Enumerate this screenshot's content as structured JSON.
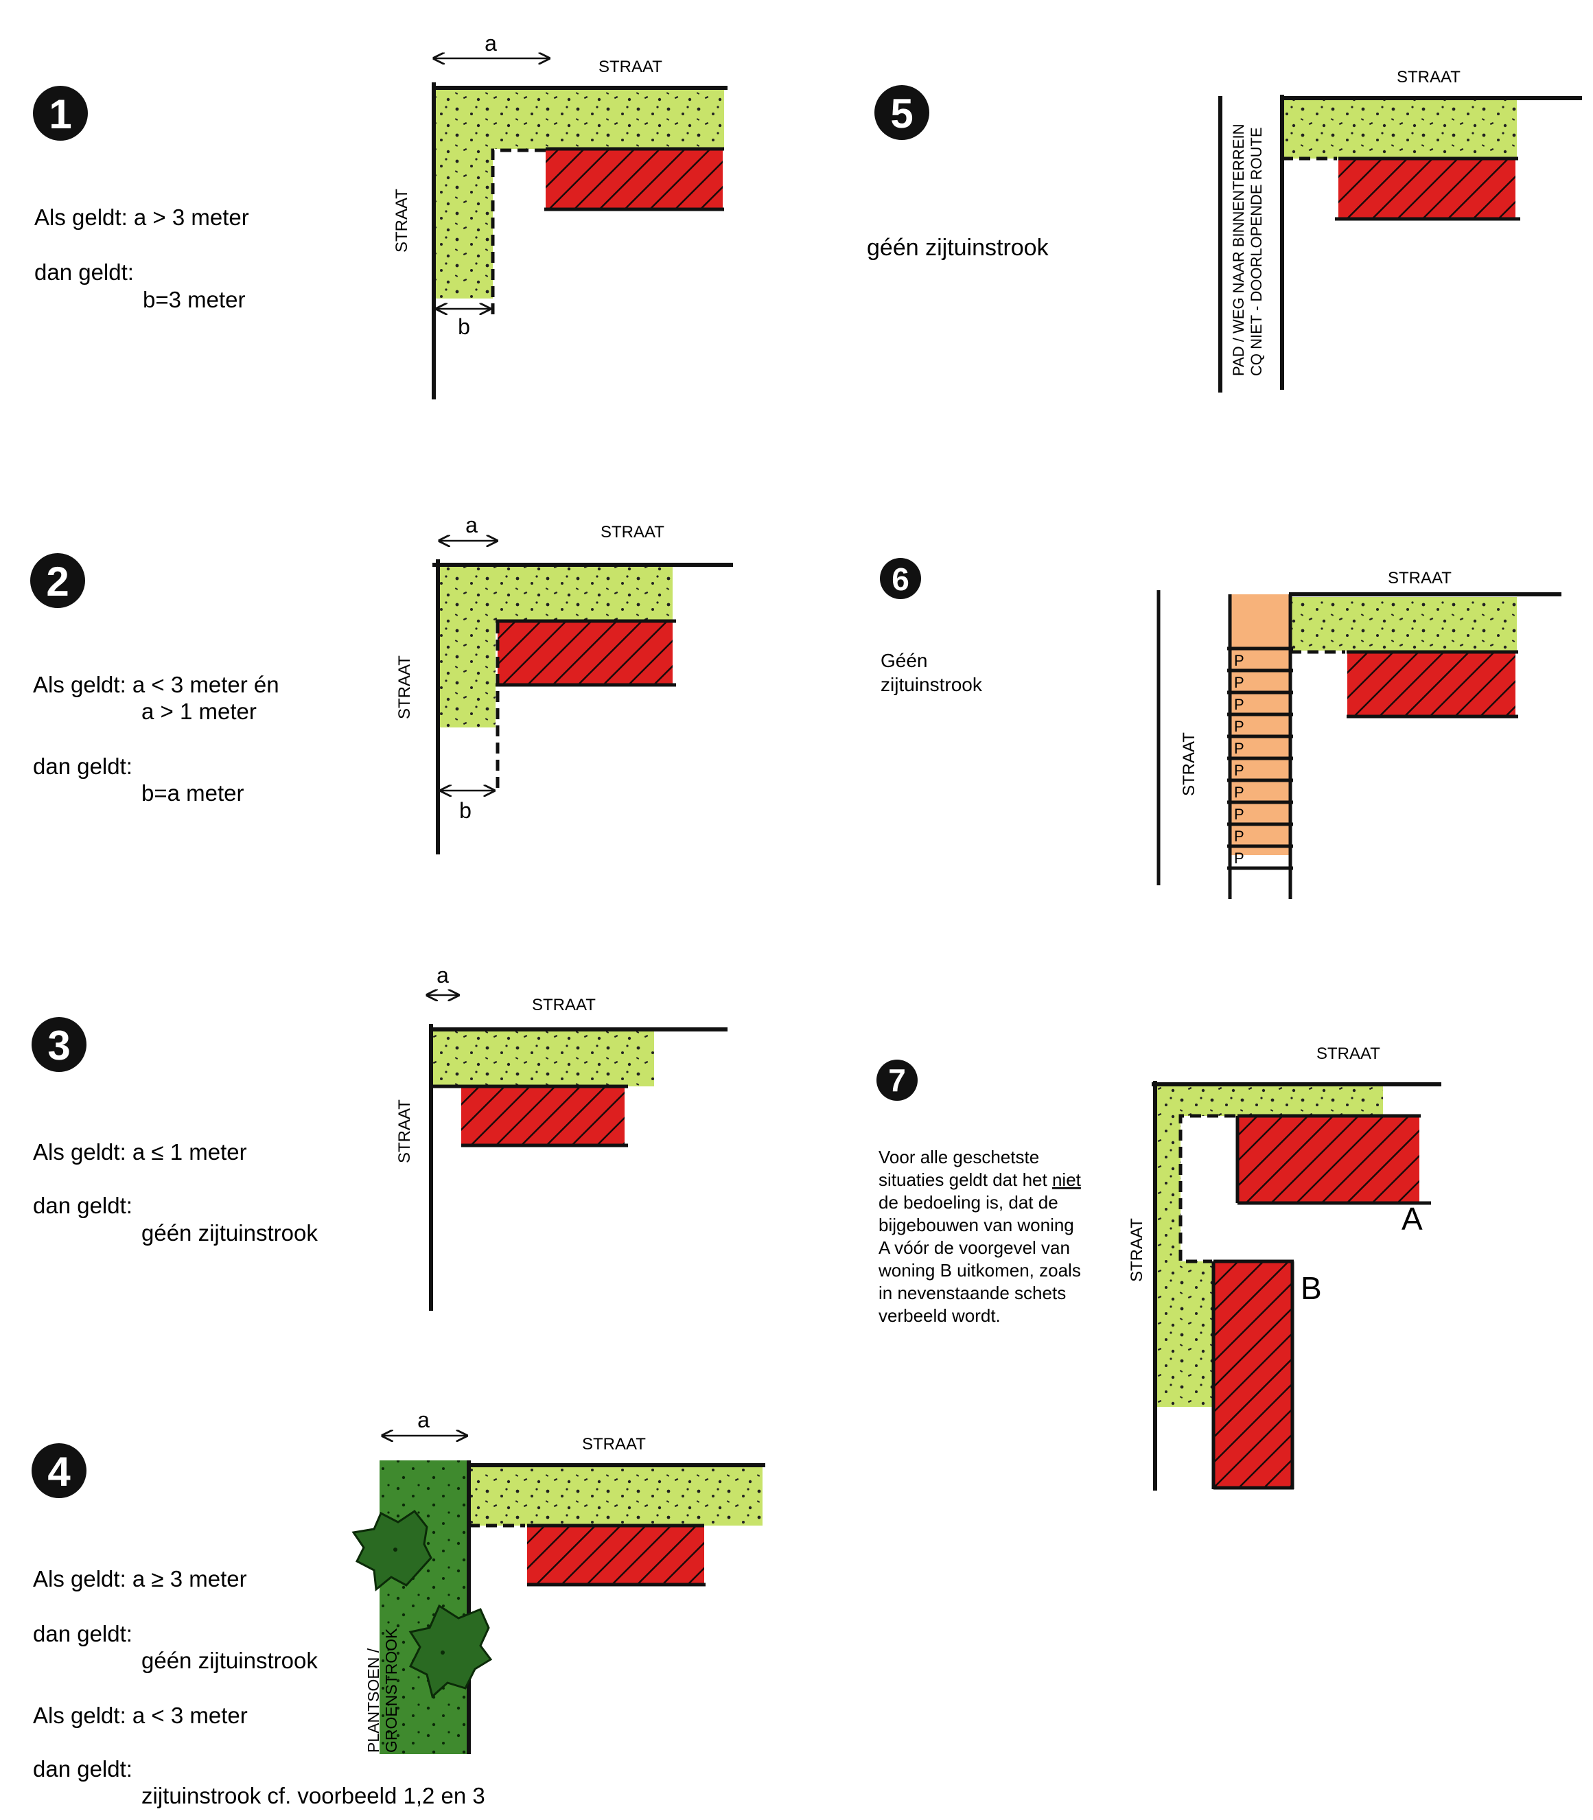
{
  "colors": {
    "light_green": "#c8e36a",
    "red": "#dd1f1f",
    "dark_green": "#3f8a2e",
    "tree_green": "#2a6a22",
    "parking_orange": "#f7b27a",
    "ink": "#111111"
  },
  "labels": {
    "straat": "STRAAT"
  },
  "examples": [
    {
      "number": "1",
      "lines": [
        "Als geldt: a > 3 meter",
        "dan geldt:",
        "b=3 meter"
      ],
      "dims": [
        "a",
        "b"
      ]
    },
    {
      "number": "2",
      "lines": [
        "Als geldt: a < 3 meter  én",
        "a > 1 meter",
        "dan geldt:",
        "b=a meter"
      ],
      "dims": [
        "a",
        "b"
      ]
    },
    {
      "number": "3",
      "lines": [
        "Als geldt: a ≤ 1 meter",
        "dan geldt:",
        "géén zijtuinstrook"
      ],
      "dims": [
        "a"
      ]
    },
    {
      "number": "4",
      "lines": [
        "Als geldt: a ≥ 3 meter",
        "dan geldt:",
        "géén zijtuinstrook",
        "Als geldt: a < 3 meter",
        "dan geldt:",
        "zijtuinstrook cf. voorbeeld 1,2 en 3"
      ],
      "dims": [
        "a"
      ],
      "strip_label": [
        "PLANTSOEN /",
        "GROENSTROOK"
      ]
    },
    {
      "number": "5",
      "lines": [
        "géén zijtuinstrook"
      ],
      "side_label": [
        "PAD / WEG  NAAR BINNENTERREIN",
        "CQ NIET - DOORLOPENDE ROUTE"
      ]
    },
    {
      "number": "6",
      "lines": [
        "Géén",
        "zijtuinstrook"
      ],
      "parking_mark": "P"
    },
    {
      "number": "7",
      "lines": [
        "Voor alle geschetste",
        "situaties geldt dat het ",
        "niet",
        "de bedoeling is, dat de",
        "bijgebouwen van woning",
        "A vóór de voorgevel van",
        "woning B uitkomen, zoals",
        "in nevenstaande schets",
        "verbeeld wordt."
      ],
      "house_labels": [
        "A",
        "B"
      ]
    }
  ]
}
